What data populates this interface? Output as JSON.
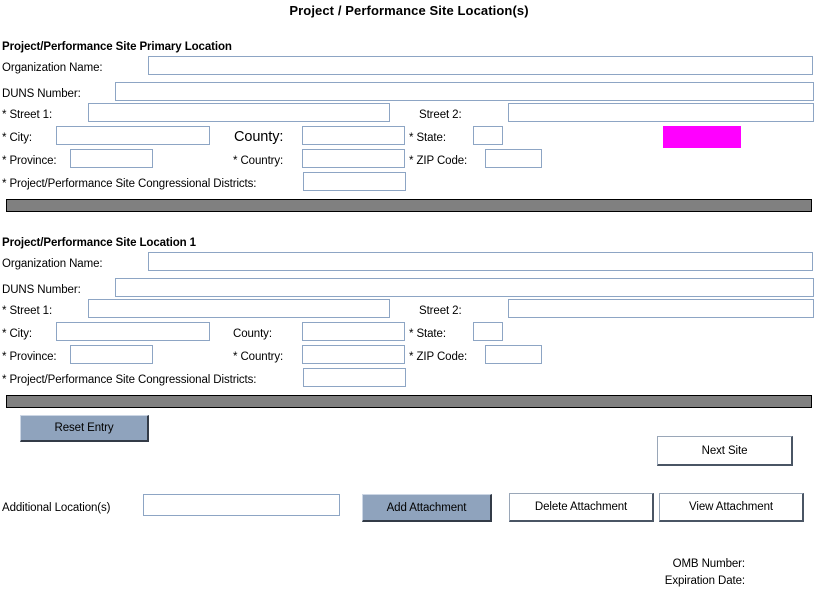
{
  "form": {
    "title": "Project / Performance Site Location(s)"
  },
  "primary_section": {
    "heading": "Project/Performance Site Primary Location",
    "fields": {
      "organization_name_label": "Organization Name:",
      "organization_name_value": "",
      "duns_number_label": "DUNS Number:",
      "duns_number_value": "",
      "street1_label": "* Street 1:",
      "street1_value": "",
      "street2_label": "Street 2:",
      "street2_value": "",
      "city_label": "* City:",
      "city_value": "",
      "county_label": "County:",
      "county_value": "",
      "state_label": "* State:",
      "state_value": "",
      "province_label": "* Province:",
      "province_value": "",
      "country_label": "* Country:",
      "country_value": "",
      "zip_code_label": "* ZIP Code:",
      "zip_code_value": "",
      "congressional_districts_label": "* Project/Performance Site Congressional Districts:",
      "congressional_districts_value": ""
    },
    "highlight_color": "#ff00ff"
  },
  "location1_section": {
    "heading": "Project/Performance Site Location 1",
    "fields": {
      "organization_name_label": "Organization Name:",
      "organization_name_value": "",
      "duns_number_label": "DUNS Number:",
      "duns_number_value": "",
      "street1_label": "* Street 1:",
      "street1_value": "",
      "street2_label": "Street 2:",
      "street2_value": "",
      "city_label": "* City:",
      "city_value": "",
      "county_label": "County:",
      "county_value": "",
      "state_label": "* State:",
      "state_value": "",
      "province_label": "* Province:",
      "province_value": "",
      "country_label": "* Country:",
      "country_value": "",
      "zip_code_label": "* ZIP Code:",
      "zip_code_value": "",
      "congressional_districts_label": "* Project/Performance Site Congressional Districts:",
      "congressional_districts_value": ""
    }
  },
  "actions": {
    "reset_entry_label": "Reset Entry",
    "next_site_label": "Next Site",
    "additional_locations_label": "Additional Location(s)",
    "additional_locations_value": "",
    "add_attachment_label": "Add Attachment",
    "delete_attachment_label": "Delete Attachment",
    "view_attachment_label": "View  Attachment"
  },
  "footer": {
    "omb_number_label": "OMB Number:",
    "expiration_date_label": "Expiration Date:"
  },
  "colors": {
    "separator_bar": "#808080",
    "field_border": "#8da5c4",
    "button_fill": "#8fa3bd",
    "highlight": "#ff00ff"
  }
}
